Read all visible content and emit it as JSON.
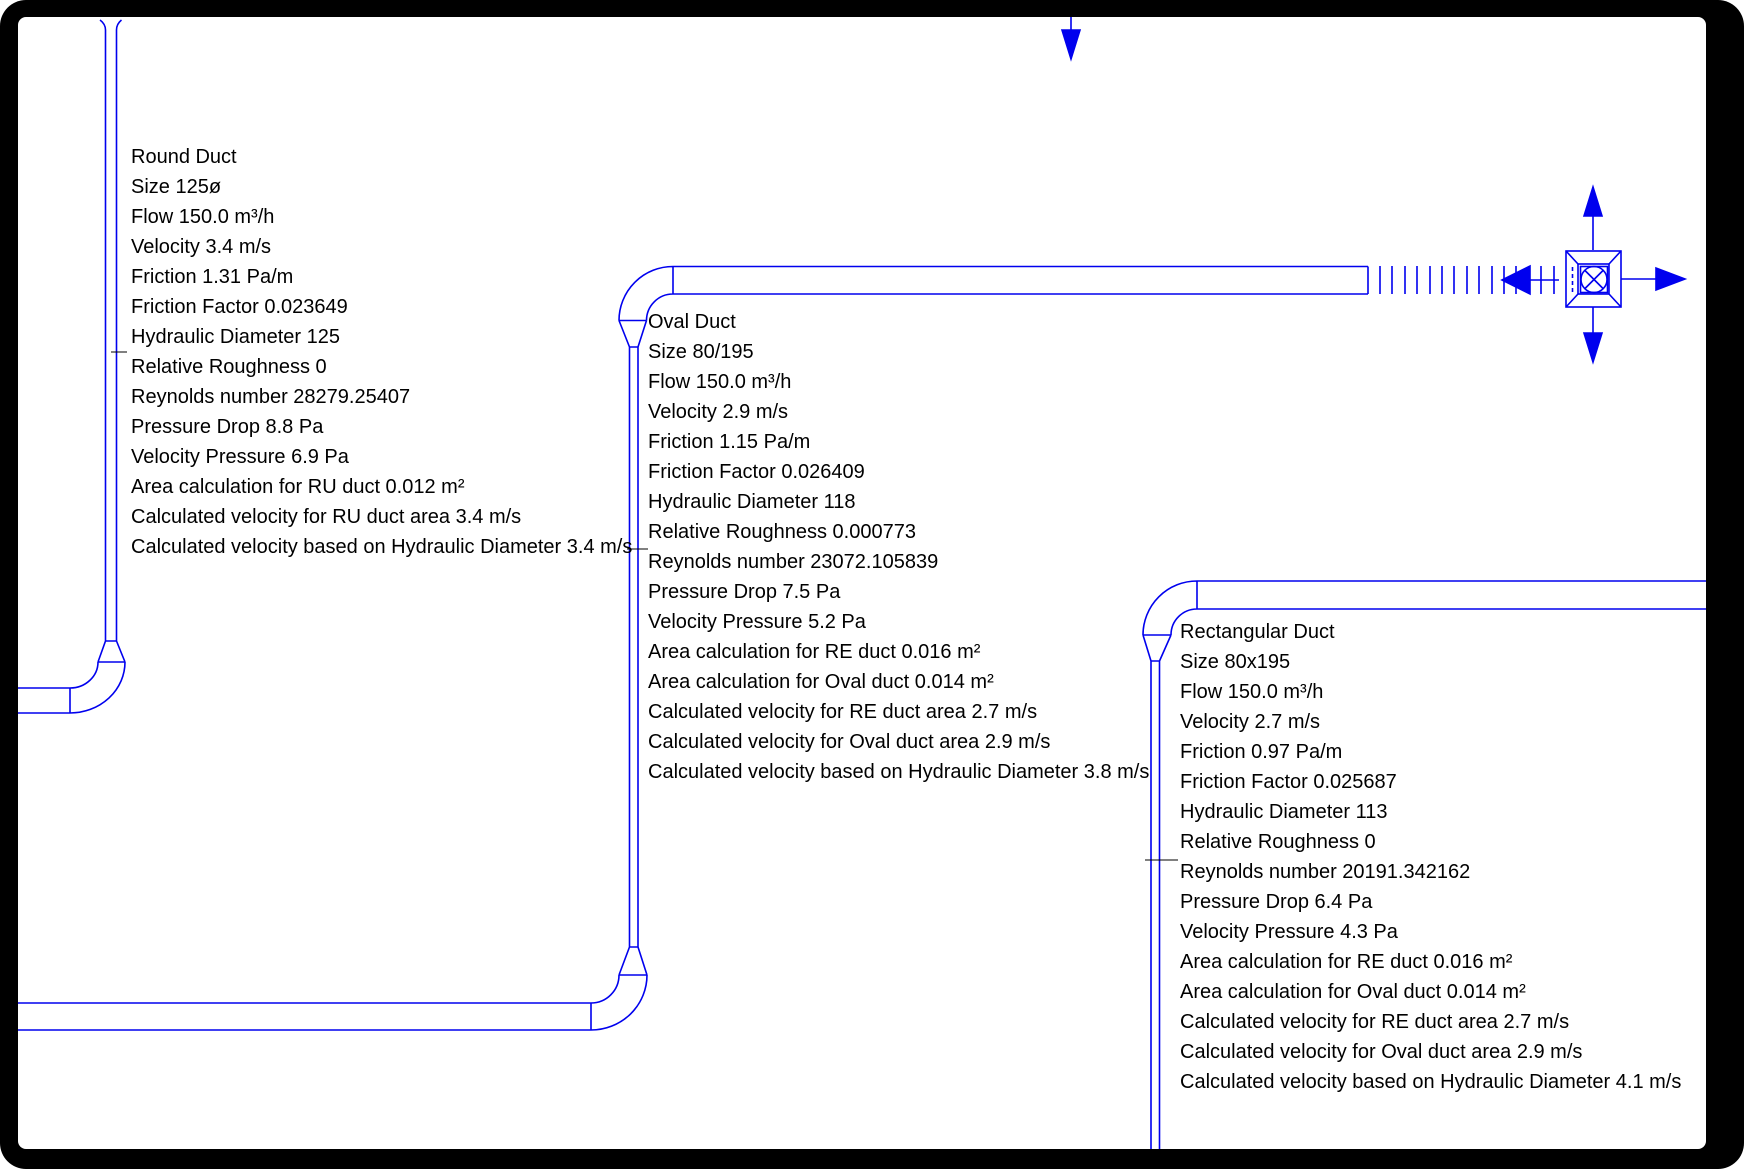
{
  "colors": {
    "line_blue": "#0000ee",
    "text_black": "#000000",
    "frame_black": "#000000",
    "canvas_white": "#ffffff"
  },
  "symbols": [
    "round-duct-riser",
    "oval-duct-run",
    "rectangular-duct-run",
    "flex-duct",
    "air-terminal-diffuser",
    "flow-arrow-up",
    "flow-arrow-down",
    "flow-arrow-left",
    "flow-arrow-right",
    "flow-arrow-top"
  ],
  "annotations": {
    "round_duct": {
      "lines": [
        "Round Duct",
        "Size 125ø",
        "Flow 150.0 m³/h",
        "Velocity 3.4 m/s",
        "Friction 1.31 Pa/m",
        "Friction Factor 0.023649",
        "Hydraulic Diameter 125",
        "Relative Roughness 0",
        "Reynolds number 28279.25407",
        "Pressure Drop 8.8 Pa",
        "Velocity Pressure 6.9 Pa",
        "Area calculation for RU duct 0.012 m²",
        "Calculated velocity for RU duct area 3.4 m/s",
        "Calculated velocity based on Hydraulic Diameter 3.4 m/s"
      ]
    },
    "oval_duct": {
      "lines": [
        "Oval Duct",
        "Size 80/195",
        "Flow 150.0 m³/h",
        "Velocity 2.9 m/s",
        "Friction 1.15 Pa/m",
        "Friction Factor 0.026409",
        "Hydraulic Diameter 118",
        "Relative Roughness 0.000773",
        "Reynolds number 23072.105839",
        "Pressure Drop 7.5 Pa",
        "Velocity Pressure 5.2 Pa",
        "Area calculation for RE duct 0.016 m²",
        "Area calculation for Oval duct 0.014 m²",
        "Calculated velocity for RE duct area 2.7 m/s",
        "Calculated velocity for Oval duct area 2.9 m/s",
        "Calculated velocity based on Hydraulic Diameter 3.8 m/s"
      ]
    },
    "rectangular_duct": {
      "lines": [
        "Rectangular Duct",
        "Size 80x195",
        "Flow 150.0 m³/h",
        "Velocity 2.7 m/s",
        "Friction 0.97 Pa/m",
        "Friction Factor 0.025687",
        "Hydraulic Diameter 113",
        "Relative Roughness 0",
        "Reynolds number 20191.342162",
        "Pressure Drop 6.4 Pa",
        "Velocity Pressure 4.3 Pa",
        "Area calculation for RE duct 0.016 m²",
        "Area calculation for Oval duct 0.014 m²",
        "Calculated velocity for RE duct area 2.7 m/s",
        "Calculated velocity for Oval duct area 2.9 m/s",
        "Calculated velocity based on Hydraulic Diameter 4.1 m/s"
      ]
    }
  }
}
